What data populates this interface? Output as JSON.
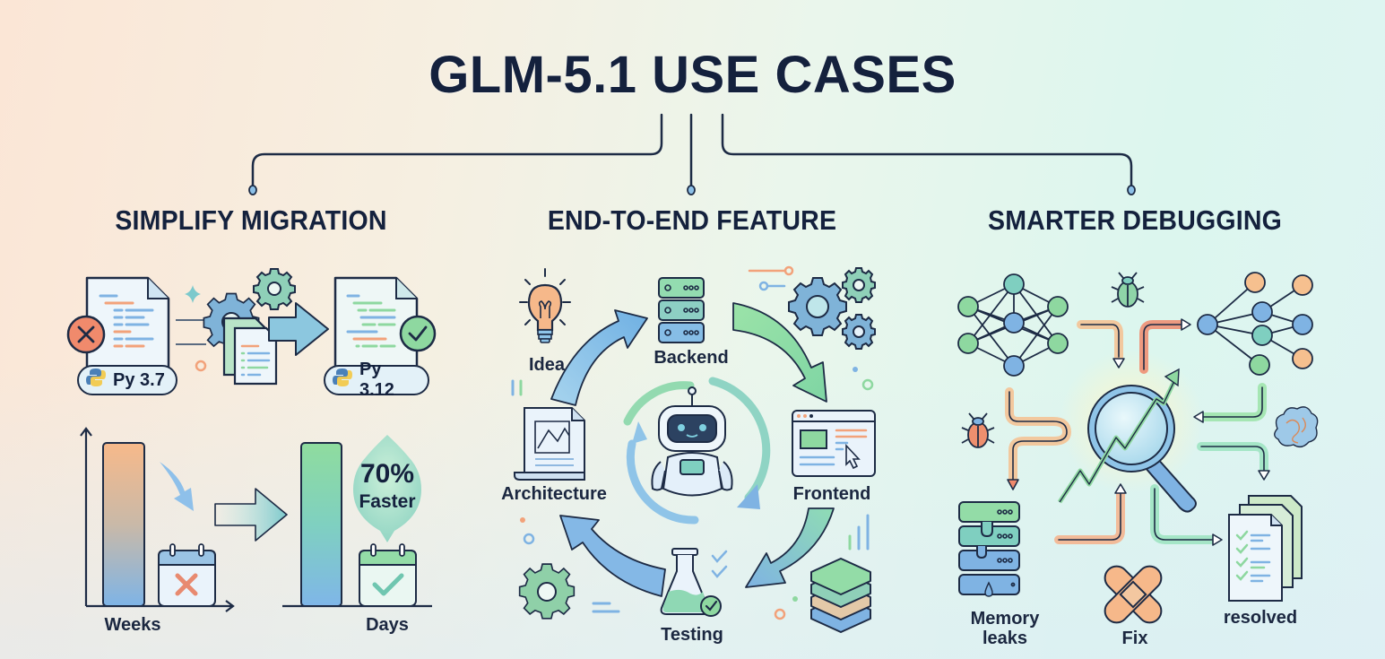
{
  "title": "GLM-5.1 USE CASES",
  "sections": [
    {
      "id": "migration",
      "title": "SIMPLIFY MIGRATION",
      "from_version": "Py 3.7",
      "to_version": "Py 3.12",
      "speedup_value": "70%",
      "speedup_label": "Faster",
      "before_label": "Weeks",
      "after_label": "Days",
      "icons": [
        "error-x-icon",
        "python-logo-icon",
        "gear-icon",
        "document-icon",
        "arrow-right-icon",
        "check-circle-icon",
        "calendar-x-icon",
        "calendar-check-icon"
      ]
    },
    {
      "id": "feature",
      "title": "END-TO-END FEATURE",
      "cycle": [
        {
          "label": "Idea",
          "icon": "lightbulb-icon"
        },
        {
          "label": "Backend",
          "icon": "server-icon"
        },
        {
          "label": "Frontend",
          "icon": "browser-window-icon"
        },
        {
          "label": "Testing",
          "icon": "flask-icon"
        },
        {
          "label": "Architecture",
          "icon": "blueprint-icon"
        }
      ],
      "center_icon": "robot-icon"
    },
    {
      "id": "debugging",
      "title": "SMARTER DEBUGGING",
      "labels": {
        "memory_leaks_line1": "Memory",
        "memory_leaks_line2": "leaks",
        "fix": "Fix",
        "resolved": "resolved"
      },
      "icons": [
        "neural-network-icon",
        "bug-icon",
        "tree-graph-icon",
        "magnifier-icon",
        "leaking-server-icon",
        "bandage-icon",
        "resolved-documents-icon",
        "tangle-cloud-icon"
      ]
    }
  ],
  "colors": {
    "ink": "#14213d",
    "blue": "#7fb3e3",
    "teal": "#6fc6b8",
    "green": "#8ed8a0",
    "orange": "#f2a27a",
    "red": "#ea7a5e"
  }
}
